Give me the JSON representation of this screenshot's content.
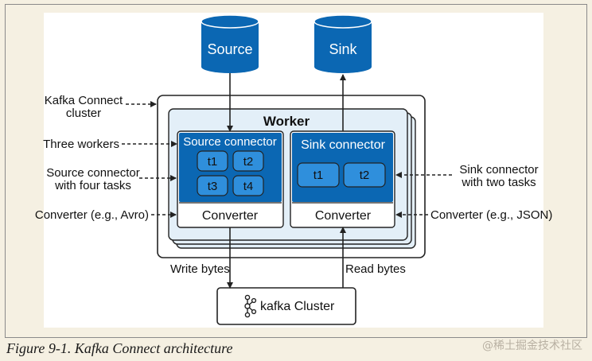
{
  "diagram": {
    "source_label": "Source",
    "sink_label": "Sink",
    "worker_label": "Worker",
    "source_connector_label": "Source connector",
    "sink_connector_label": "Sink connector",
    "source_tasks": [
      "t1",
      "t2",
      "t3",
      "t4"
    ],
    "sink_tasks": [
      "t1",
      "t2"
    ],
    "converter_label": "Converter",
    "write_bytes_label": "Write bytes",
    "read_bytes_label": "Read bytes",
    "kafka_label": "kafka Cluster",
    "callouts": {
      "connect_cluster_line1": "Kafka Connect",
      "connect_cluster_line2": "cluster",
      "three_workers": "Three workers",
      "source_connector_line1": "Source connector",
      "source_connector_line2": "with four tasks",
      "converter_avro": "Converter (e.g., Avro)",
      "sink_connector_line1": "Sink connector",
      "sink_connector_line2": "with two tasks",
      "converter_json": "Converter (e.g., JSON)"
    },
    "colors": {
      "blue": "#0b67b3",
      "task_blue": "#2f8fdc",
      "worker_fill": "#e3eff8",
      "dark": "#222222"
    }
  },
  "caption": "Figure 9-1. Kafka Connect architecture",
  "watermark": "@稀土掘金技术社区"
}
